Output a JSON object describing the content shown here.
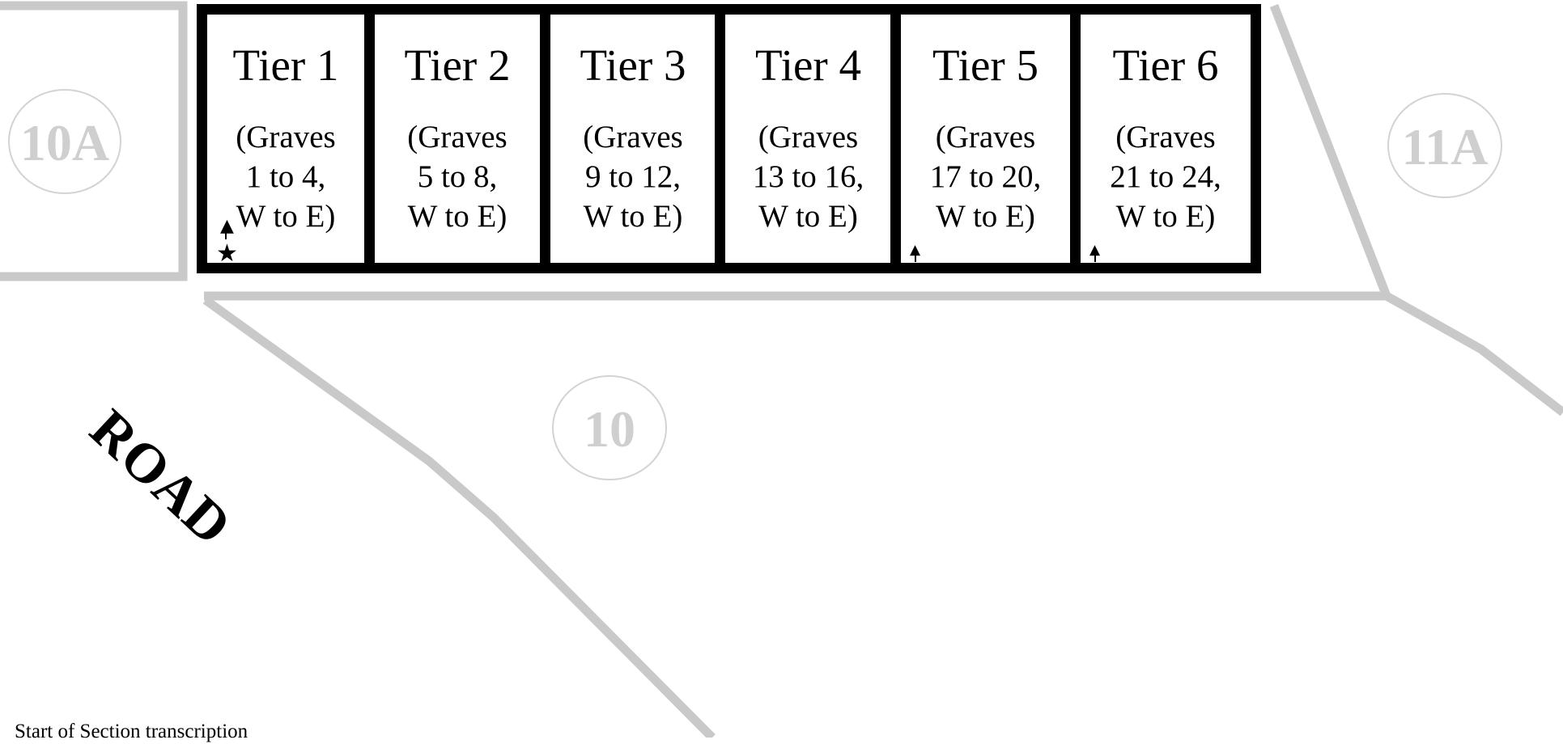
{
  "colors": {
    "tier_border": "#000000",
    "path_gray": "#c9c9c9",
    "section_label_gray": "#cfcfcf",
    "background": "#ffffff"
  },
  "sections": {
    "left": "10A",
    "center": "10",
    "right": "11A"
  },
  "tiers": [
    {
      "title": "Tier 1",
      "desc_line1": "(Graves",
      "desc_line2": "1 to 4,",
      "desc_line3": "W to E)"
    },
    {
      "title": "Tier 2",
      "desc_line1": "(Graves",
      "desc_line2": "5 to 8,",
      "desc_line3": "W to E)"
    },
    {
      "title": "Tier 3",
      "desc_line1": "(Graves",
      "desc_line2": "9 to 12,",
      "desc_line3": "W to E)"
    },
    {
      "title": "Tier 4",
      "desc_line1": "(Graves",
      "desc_line2": "13 to 16,",
      "desc_line3": "W to E)"
    },
    {
      "title": "Tier 5",
      "desc_line1": "(Graves",
      "desc_line2": "17 to 20,",
      "desc_line3": "W to E)"
    },
    {
      "title": "Tier 6",
      "desc_line1": "(Graves",
      "desc_line2": "21 to 24,",
      "desc_line3": "W to E)"
    }
  ],
  "markers": {
    "arrow": "arrow-up-icon",
    "star": "star-icon"
  },
  "road_label": "ROAD",
  "footer_note": "Start of Section transcription"
}
